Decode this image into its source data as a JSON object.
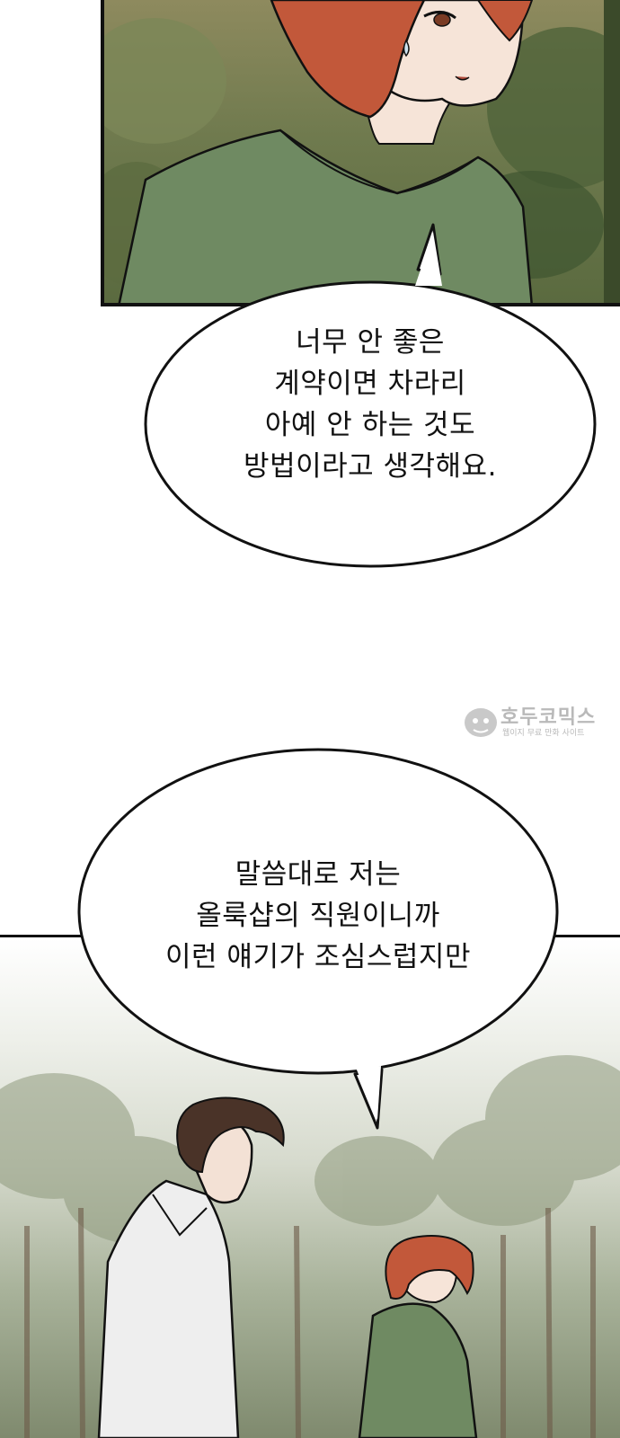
{
  "bubbles": [
    {
      "lines": [
        "너무 안 좋은",
        "계약이면 차라리",
        "아예 안 하는 것도",
        "방법이라고 생각해요."
      ]
    },
    {
      "lines": [
        "말씀대로 저는",
        "올룩샵의 직원이니까",
        "이런 얘기가 조심스럽지만"
      ]
    }
  ],
  "watermark": {
    "title": "호두코믹스",
    "subtitle": "웹이지 무료 만화 사이트"
  },
  "colors": {
    "hair": "#c2583a",
    "shirt_green": "#6f8a62",
    "skin": "#f6e4d8",
    "forest": "#6f7a4e",
    "ink": "#111111"
  }
}
